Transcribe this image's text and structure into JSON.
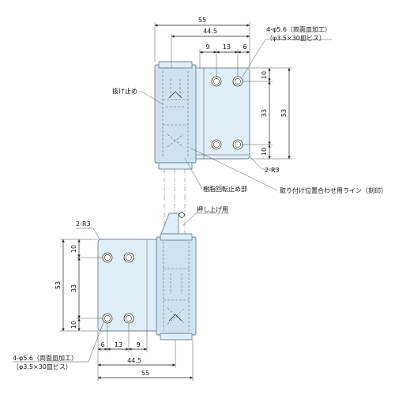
{
  "upper": {
    "width_total": "55",
    "width_holes": "44.5",
    "pitch_a": "9",
    "pitch_b": "13",
    "pitch_c": "6",
    "edge_top": "10",
    "hole_span": "33",
    "height_total": "53",
    "edge_bottom": "10",
    "hole_note_1": "4-φ5.6（両面皿加工）",
    "hole_note_2": "（φ3.5×30皿ビス）",
    "corner_label": "2-R3",
    "stopper_label": "抜け止め",
    "resin_stopper_label": "樹脂回転止め部",
    "alignment_label": "取り付け位置合わせ用ライン（刻印）"
  },
  "lower": {
    "push_label": "押し上げ用",
    "corner_label": "2-R3",
    "edge_top": "10",
    "hole_span": "33",
    "height_total": "53",
    "edge_bottom": "10",
    "pitch_a": "6",
    "pitch_b": "13",
    "pitch_c": "9",
    "width_holes": "44.5",
    "width_total": "55",
    "hole_note_1": "4-φ5.6（両面皿加工）",
    "hole_note_2": "（φ3.5×30皿ビス）"
  }
}
